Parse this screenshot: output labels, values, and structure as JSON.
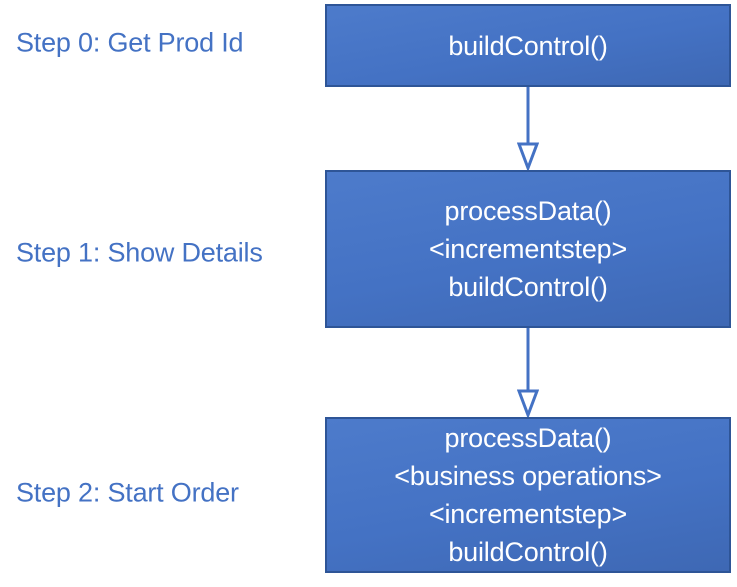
{
  "diagram": {
    "accent_color": "#4472C4",
    "box_border_color": "#2E5597",
    "box_fill_color": "#4472C4",
    "box_text_color": "#FFFFFF",
    "steps": [
      {
        "label": "Step 0: Get Prod Id",
        "box_lines": [
          "buildControl()"
        ]
      },
      {
        "label": "Step 1: Show Details",
        "box_lines": [
          "processData()",
          "<incrementstep>",
          "buildControl()"
        ]
      },
      {
        "label": "Step 2: Start Order",
        "box_lines": [
          "processData()",
          "<business operations>",
          "<incrementstep>",
          "buildControl()"
        ]
      }
    ]
  }
}
